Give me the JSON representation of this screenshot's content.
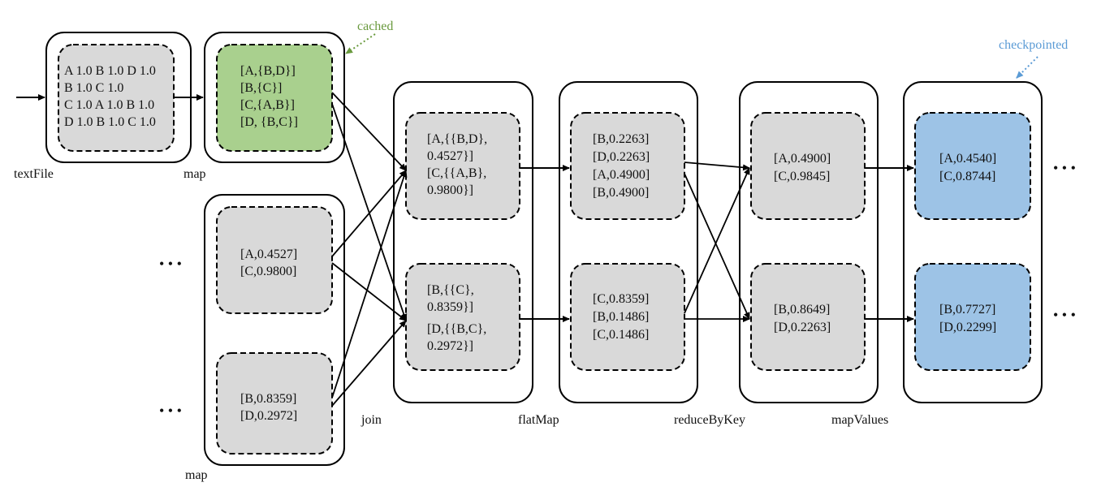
{
  "colors": {
    "partition_fill": "#d9d9d9",
    "cached_fill": "#a9d08e",
    "checkpointed_fill": "#9dc3e6",
    "cached_label": "#6a9a3e",
    "checkpointed_label": "#5b9bd5",
    "stroke": "#000000"
  },
  "annotations": {
    "cached": "cached",
    "checkpointed": "checkpointed"
  },
  "ellipsis": "• • •",
  "stages": {
    "textFile": {
      "label": "textFile",
      "partition": [
        "A 1.0 B 1.0 D 1.0",
        "B 1.0 C 1.0",
        "C 1.0 A 1.0 B 1.0",
        "D 1.0 B 1.0 C 1.0"
      ]
    },
    "map_links": {
      "label": "map",
      "partition": [
        "[A,{B,D}]",
        "[B,{C}]",
        "[C,{A,B}]",
        "[D, {B,C}]"
      ]
    },
    "map_ranks": {
      "label": "map",
      "partitions": [
        [
          "[A,0.4527]",
          "[C,0.9800]"
        ],
        [
          "[B,0.8359]",
          "[D,0.2972]"
        ]
      ]
    },
    "join": {
      "label": "join",
      "partitions": [
        [
          "[A,{{B,D},",
          "0.4527}]",
          "[C,{{A,B},",
          "0.9800}]"
        ],
        [
          "[B,{{C},",
          "0.8359}]",
          "[D,{{B,C},",
          "0.2972}]"
        ]
      ]
    },
    "flatMap": {
      "label": "flatMap",
      "partitions": [
        [
          "[B,0.2263]",
          "[D,0.2263]",
          "[A,0.4900]",
          "[B,0.4900]"
        ],
        [
          "[C,0.8359]",
          "[B,0.1486]",
          "[C,0.1486]"
        ]
      ]
    },
    "reduceByKey": {
      "label": "reduceByKey",
      "partitions": [
        [
          "[A,0.4900]",
          "[C,0.9845]"
        ],
        [
          "[B,0.8649]",
          "[D,0.2263]"
        ]
      ]
    },
    "mapValues": {
      "label": "mapValues",
      "partitions": [
        [
          "[A,0.4540]",
          "[C,0.8744]"
        ],
        [
          "[B,0.7727]",
          "[D,0.2299]"
        ]
      ]
    }
  }
}
